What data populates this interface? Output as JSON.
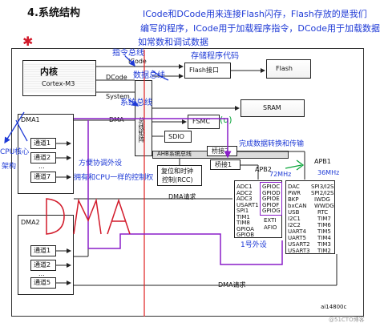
{
  "title": "4.系统结构",
  "handwritten": {
    "bus_note_1": "ICode和DCode用来连接Flash闪存，Flash存放的是我们",
    "bus_note_2": "编写的程序，ICode用于加载程序指令，DCode用于加载数据",
    "bus_note_3": "如常数和调试数据",
    "core_label": "内核",
    "left_arrow_note": "CPU核心",
    "left_arrow_note2": "架构",
    "instruction_bus": "指令总线",
    "data_bus": "数据总线",
    "system_bus": "系统总线",
    "dma_note_1": "方便协调外设",
    "dma_note_2": "拥有和CPU一样的控制权",
    "bridge_note": "完成数据转换和传输",
    "apb2_speed": "72MHz",
    "apb1_speed": "36MHz",
    "dma_big": "DMA",
    "flash_interface_note": "存储程序代码",
    "gpio_note": "1号外设",
    "fsmc_note": "(u)"
  },
  "diagram": {
    "core_label": "Cortex-M3",
    "icode": "ICode",
    "dcode": "DCode",
    "system": "System",
    "dma_bus": "DMA",
    "flash_if": "Flash接口",
    "flash": "Flash",
    "sram": "SRAM",
    "fsmc": "FSMC",
    "sdio": "SDIO",
    "ahb_bus_label": "AHB系统总线",
    "bus_matrix": "总线矩阵",
    "rcc_1": "复位和时钟",
    "rcc_2": "控制(RCC)",
    "bridge2": "桥接2",
    "bridge1": "桥接1",
    "apb2": "APB2",
    "apb1": "APB1",
    "dma1": "DMA1",
    "dma2": "DMA2",
    "dma_request": "DMA请求",
    "dma_request2": "DMA请求",
    "dma1_channels": [
      "通道1",
      "通道2",
      "通道7"
    ],
    "dma2_channels": [
      "通道1",
      "通道2",
      "通道5"
    ],
    "apb2_col1": [
      "ADC1",
      "ADC2",
      "ADC3",
      "USART1",
      "SPI1",
      "TIM1",
      "TIM8",
      "GPIOA",
      "GPIOB"
    ],
    "apb2_col2": [
      "GPIOC",
      "GPIOD",
      "GPIOE",
      "GPIOF",
      "GPIOG",
      "EXTI",
      "AFIO"
    ],
    "apb1_col1": [
      "DAC",
      "PWR",
      "BKP",
      "bxCAN",
      "USB",
      "I2C1",
      "I2C2",
      "UART4",
      "UART5",
      "USART2",
      "USART3"
    ],
    "apb1_col2": [
      "SPI3/I2S",
      "SPI2/I2S",
      "IWDG",
      "WWDG",
      "RTC",
      "TIM7",
      "TIM6",
      "TIM5",
      "TIM4",
      "TIM3",
      "TIM2"
    ],
    "figure_id": "ai14800c",
    "dots": "...",
    "watermark": "@51CTO博客"
  },
  "colors": {
    "handwriting_blue": "#1e3ad6",
    "handwriting_green": "#0aa53a",
    "handwriting_red": "#d21a2a",
    "purple_path": "#8a1fc9",
    "red_line": "#e02020"
  }
}
